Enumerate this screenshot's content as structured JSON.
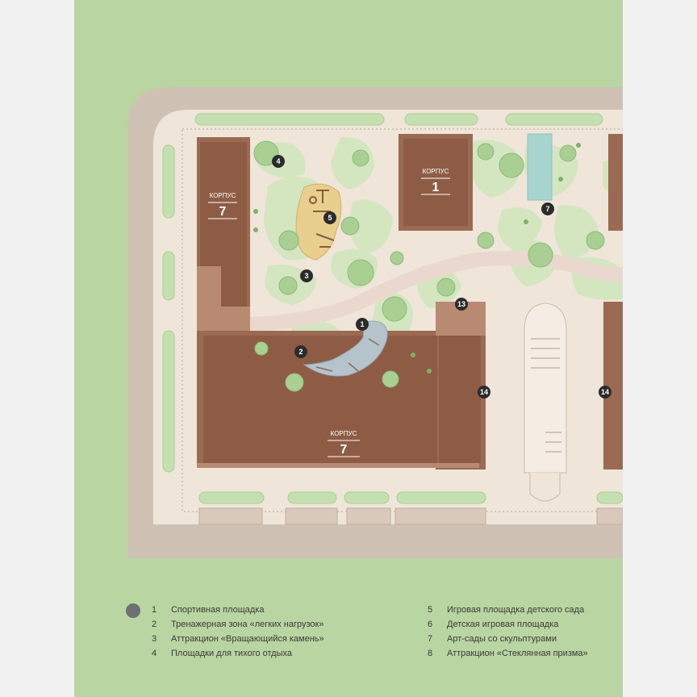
{
  "map": {
    "buildings": [
      {
        "name": "building-7-west",
        "korpus": "КОРПУС",
        "number": "7"
      },
      {
        "name": "building-1",
        "korpus": "КОРПУС",
        "number": "1"
      },
      {
        "name": "building-7-south",
        "korpus": "КОРПУС",
        "number": "7"
      }
    ],
    "markers": [
      "1",
      "2",
      "3",
      "4",
      "5",
      "7",
      "13",
      "14",
      "14"
    ]
  },
  "legend": {
    "marker_color": "#6d6f72",
    "items": [
      {
        "num": "1",
        "text": "Спортивная площадка"
      },
      {
        "num": "2",
        "text": "Тренажерная зона «легких нагрузок»"
      },
      {
        "num": "3",
        "text": "Аттракцион «Вращающийся камень»"
      },
      {
        "num": "4",
        "text": "Площадки для тихого отдыха"
      },
      {
        "num": "5",
        "text": "Игровая площадка детского сада"
      },
      {
        "num": "6",
        "text": "Детская игровая площадка"
      },
      {
        "num": "7",
        "text": "Арт-сады со скульптурами"
      },
      {
        "num": "8",
        "text": "Аттракцион «Стеклянная призма»"
      }
    ]
  },
  "colors": {
    "panel_green": "#b9d5a1",
    "road": "#cfc2b4",
    "courtyard": "#efe5d9",
    "building": "#9a6a52",
    "lawn": "#d3e6c0",
    "tree": "#8cbc78",
    "water": "#a8d4cf",
    "marker": "#2b2b2b"
  }
}
